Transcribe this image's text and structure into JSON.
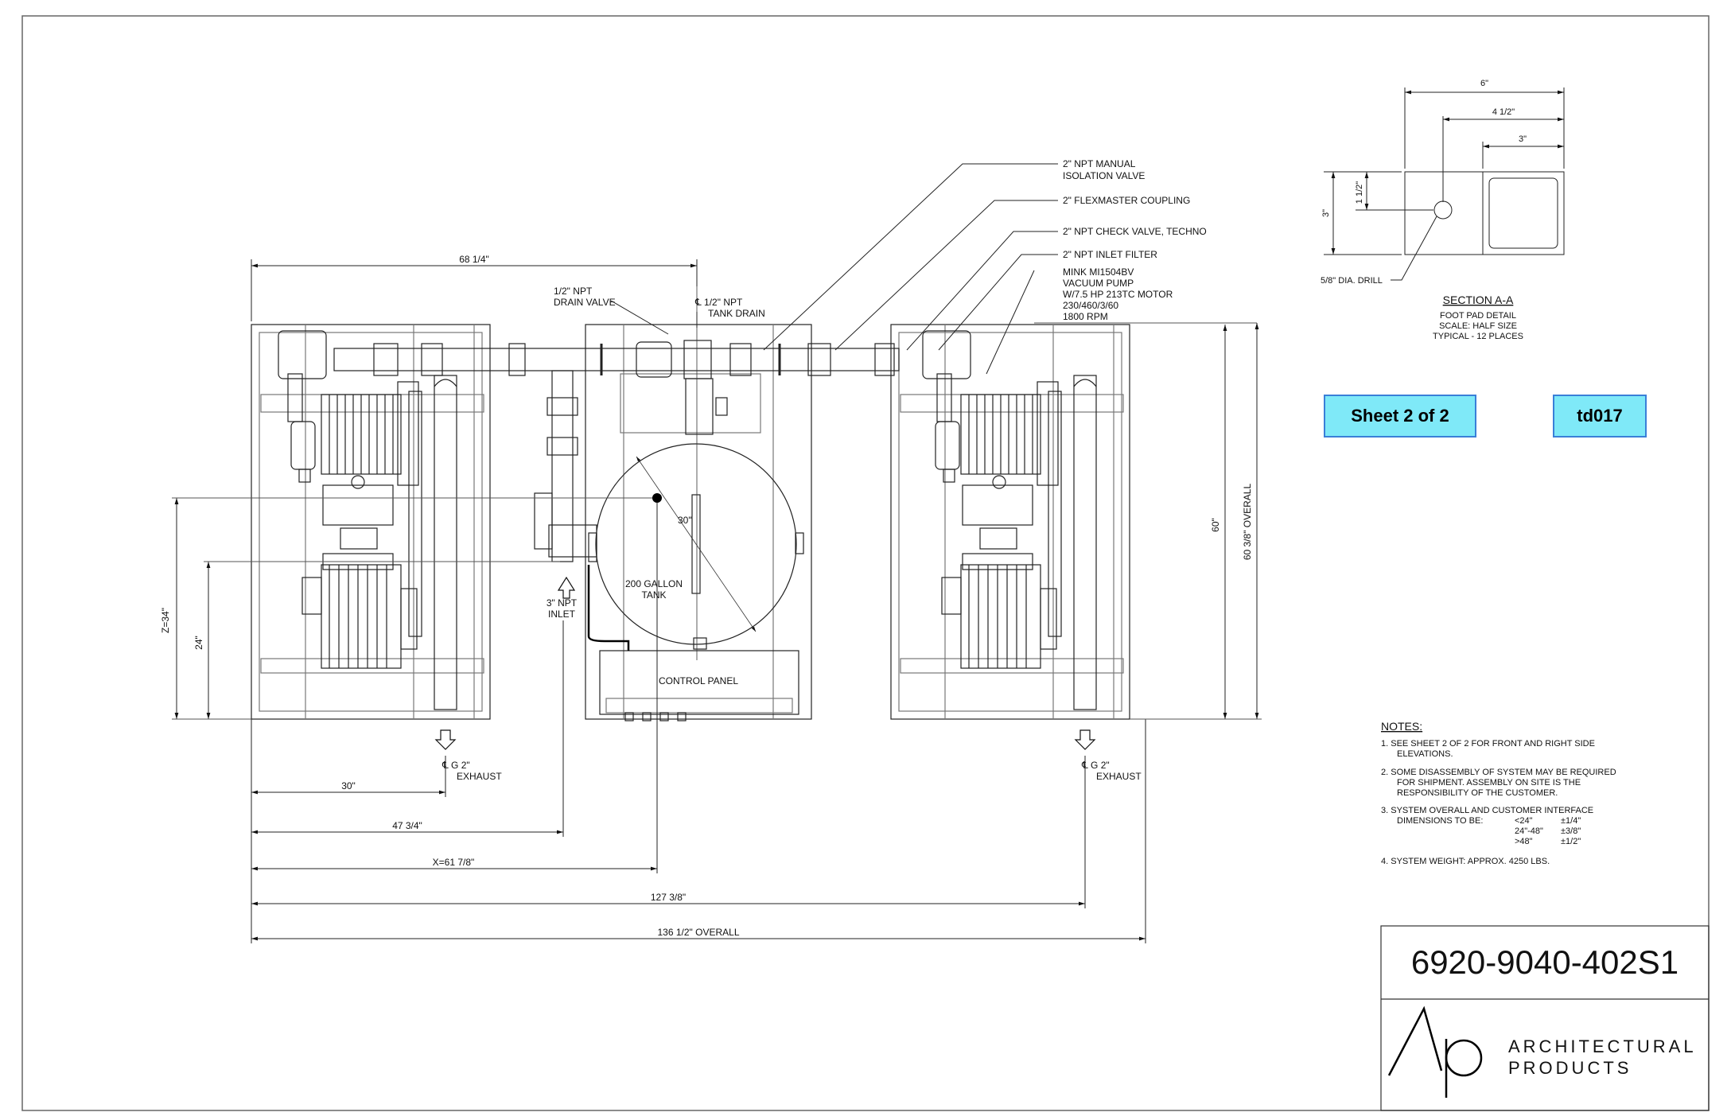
{
  "callouts": {
    "isolation_valve": [
      "2\" NPT MANUAL",
      "ISOLATION VALVE"
    ],
    "flexmaster": "2\" FLEXMASTER COUPLING",
    "check_valve": "2\" NPT CHECK VALVE, TECHNO",
    "inlet_filter": "2\" NPT INLET FILTER",
    "pump": [
      "MINK MI1504BV",
      "VACUUM PUMP",
      "W/7.5 HP 213TC MOTOR",
      "230/460/3/60",
      "1800 RPM"
    ],
    "drain_valve": [
      "1/2\" NPT",
      "DRAIN VALVE"
    ],
    "tank_drain": [
      "℄ 1/2\" NPT",
      "TANK DRAIN"
    ],
    "tank": [
      "200 GALLON",
      "TANK"
    ],
    "tank_dia": "30\"",
    "inlet": [
      "3\" NPT",
      "INLET"
    ],
    "control_panel": "CONTROL PANEL",
    "exhaust_left": [
      "℄ G 2\"",
      "EXHAUST"
    ],
    "exhaust_right": [
      "℄ G 2\"",
      "EXHAUST"
    ]
  },
  "dimensions": {
    "top_width": "68 1/4\"",
    "overall_width": "136 1/2\" OVERALL",
    "d_127": "127 3/8\"",
    "x_dim": "X=61 7/8\"",
    "d_47": "47 3/4\"",
    "d_30": "30\"",
    "z_dim": "Z=34\"",
    "d_24": "24\"",
    "d_60": "60\"",
    "overall_height": "60 3/8\" OVERALL"
  },
  "section": {
    "w6": "6\"",
    "w45": "4 1/2\"",
    "w3": "3\"",
    "h3": "3\"",
    "h15": "1 1/2\"",
    "drill": "5/8\" DIA. DRILL",
    "title": "SECTION A-A",
    "lines": [
      "FOOT PAD DETAIL",
      "SCALE:  HALF SIZE",
      "TYPICAL - 12 PLACES"
    ]
  },
  "badges": {
    "sheet": "Sheet 2 of 2",
    "code": "td017",
    "fill": "#7fe9f8",
    "border": "#3a7fd8"
  },
  "notes": {
    "heading": "NOTES:",
    "n1": [
      "1.  SEE SHEET 2 OF 2 FOR FRONT AND RIGHT SIDE",
      "ELEVATIONS."
    ],
    "n2": [
      "2.  SOME DISASSEMBLY OF SYSTEM MAY BE REQUIRED",
      "FOR SHIPMENT.  ASSEMBLY ON SITE IS THE",
      "RESPONSIBILITY OF THE CUSTOMER."
    ],
    "n3": [
      "3.  SYSTEM OVERALL AND CUSTOMER INTERFACE",
      "DIMENSIONS TO BE:"
    ],
    "tol_ranges": [
      "<24\"",
      "24\"-48\"",
      ">48\""
    ],
    "tol_values": [
      "±1/4\"",
      "±3/8\"",
      "±1/2\""
    ],
    "n4": "4.  SYSTEM WEIGHT: APPROX. 4250 LBS."
  },
  "title_block": {
    "drawing_number": "6920-9040-402S1",
    "company": [
      "ARCHITECTURAL",
      "PRODUCTS"
    ]
  }
}
